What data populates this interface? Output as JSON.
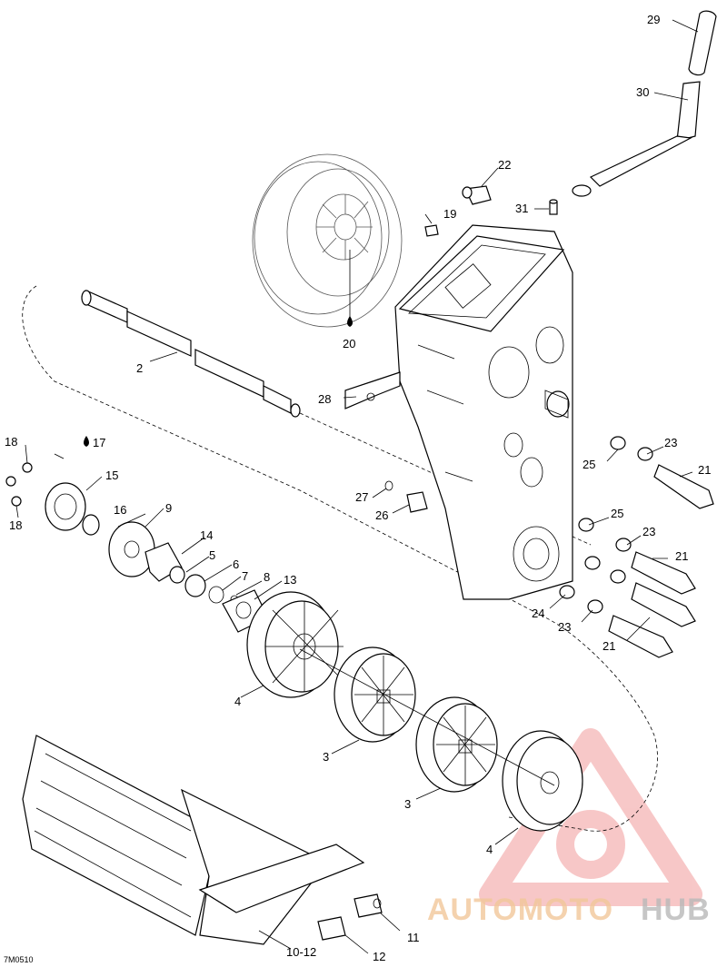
{
  "reference_code": "7M0510",
  "callouts": {
    "p29": "29",
    "p30": "30",
    "p22": "22",
    "p31": "31",
    "p19": "19",
    "p20": "20",
    "p2": "2",
    "p28": "28",
    "p17": "17",
    "p18a": "18",
    "p15": "15",
    "p18b": "18",
    "p16": "16",
    "p9": "9",
    "p14": "14",
    "p5": "5",
    "p6": "6",
    "p7": "7",
    "p8": "8",
    "p13": "13",
    "p27": "27",
    "p26": "26",
    "p25a": "25",
    "p23a": "23",
    "p21a": "21",
    "p25b": "25",
    "p23b": "23",
    "p21b": "21",
    "p24": "24",
    "p23c": "23",
    "p21c": "21",
    "p4a": "4",
    "p3a": "3",
    "p3b": "3",
    "p4b": "4",
    "p11": "11",
    "p12": "12",
    "p10_12": "10-12"
  },
  "watermark": {
    "word_part1": "AUTOMOTO",
    "word_part2": "HUB",
    "color_part1": "#f2c79a",
    "color_part2": "#b9b9b9",
    "logo_color": "#f19a9a"
  },
  "colors": {
    "line": "#000000",
    "background": "#ffffff"
  }
}
